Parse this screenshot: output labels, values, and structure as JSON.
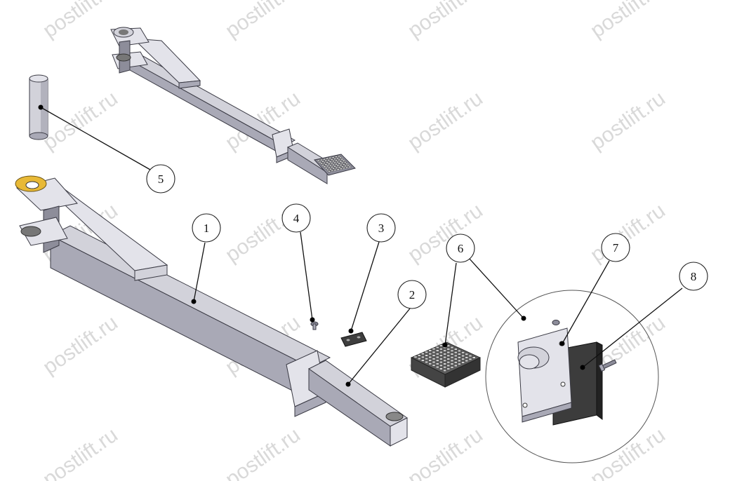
{
  "watermark": {
    "text": "postlift.ru",
    "color": "#d9d9d9"
  },
  "callouts": [
    {
      "id": "1",
      "label": "1"
    },
    {
      "id": "2",
      "label": "2"
    },
    {
      "id": "3",
      "label": "3"
    },
    {
      "id": "4",
      "label": "4"
    },
    {
      "id": "5",
      "label": "5"
    },
    {
      "id": "6",
      "label": "6"
    },
    {
      "id": "7",
      "label": "7"
    },
    {
      "id": "8",
      "label": "8"
    }
  ],
  "colors": {
    "metal": "#c4c4ce",
    "rubber": "#5c5c5c",
    "gold_ring": "#e8b936",
    "line": "#111111"
  }
}
